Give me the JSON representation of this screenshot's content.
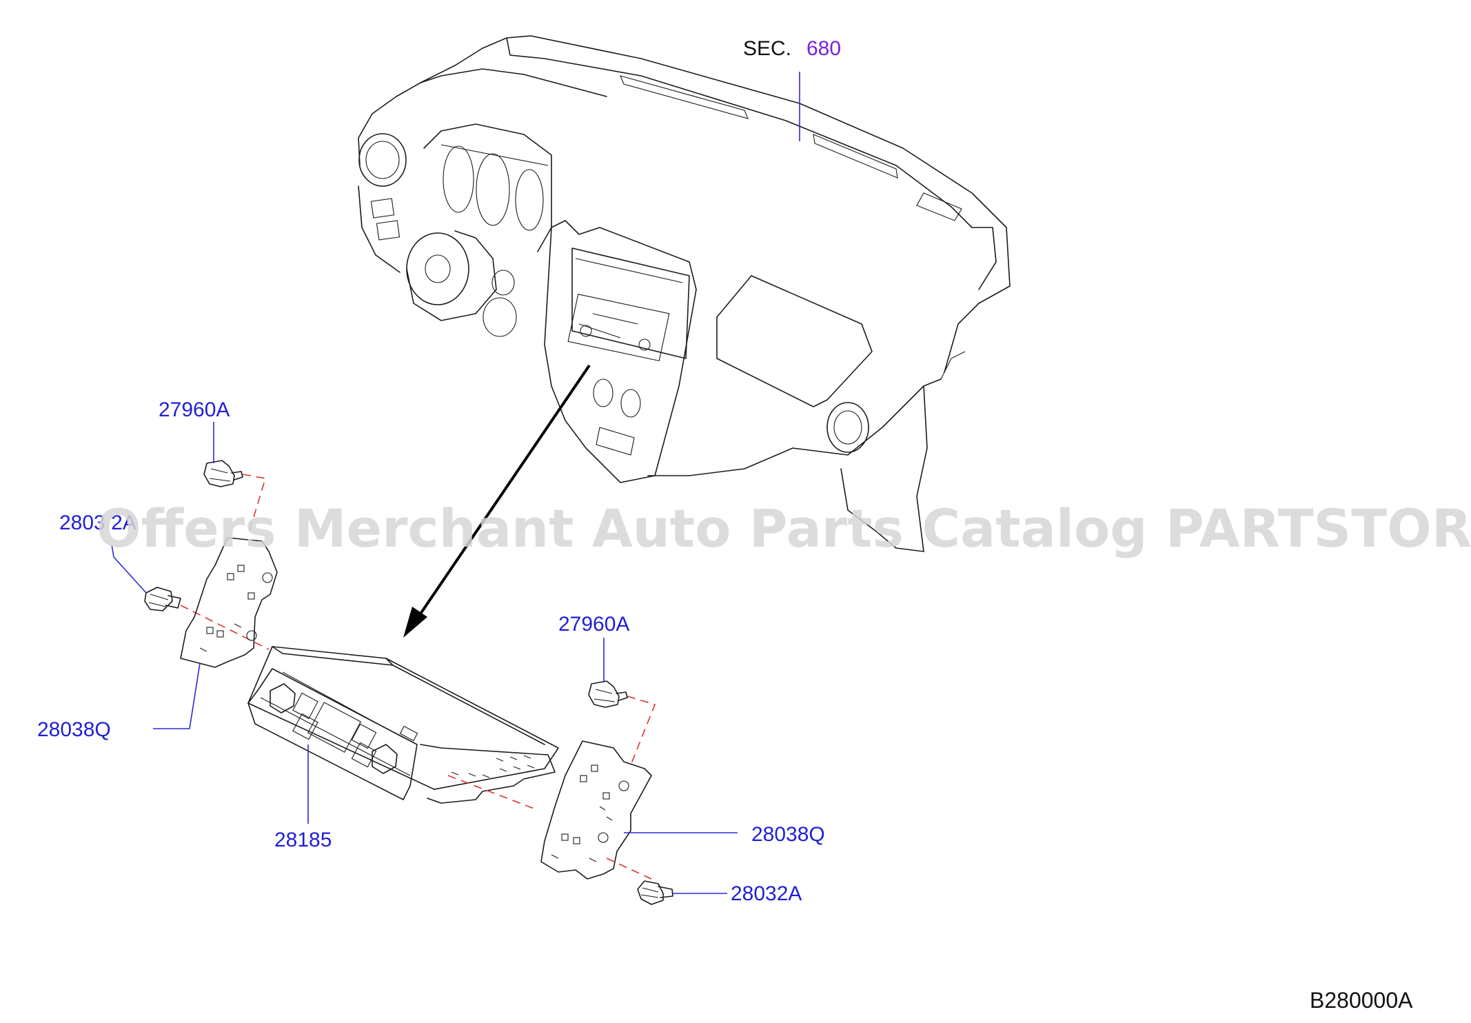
{
  "section": {
    "prefix": "SEC.",
    "number": "680"
  },
  "parts": {
    "screw_upper_left": "27960A",
    "bolt_left": "2803 2A",
    "bracket_left": "28038Q",
    "audio_unit": "28185",
    "screw_upper_right": "27960A",
    "bracket_right": "28038Q",
    "bolt_right": "28032A"
  },
  "diagram_code": "B280000A",
  "watermark": "Offers Merchant Auto Parts Catalog PARTSTORE.SA",
  "colors": {
    "part_label": "#1f1fd6",
    "section_number": "#7b22d8",
    "leader_line": "#2a2ad0",
    "assembly_line": "#e23030"
  }
}
